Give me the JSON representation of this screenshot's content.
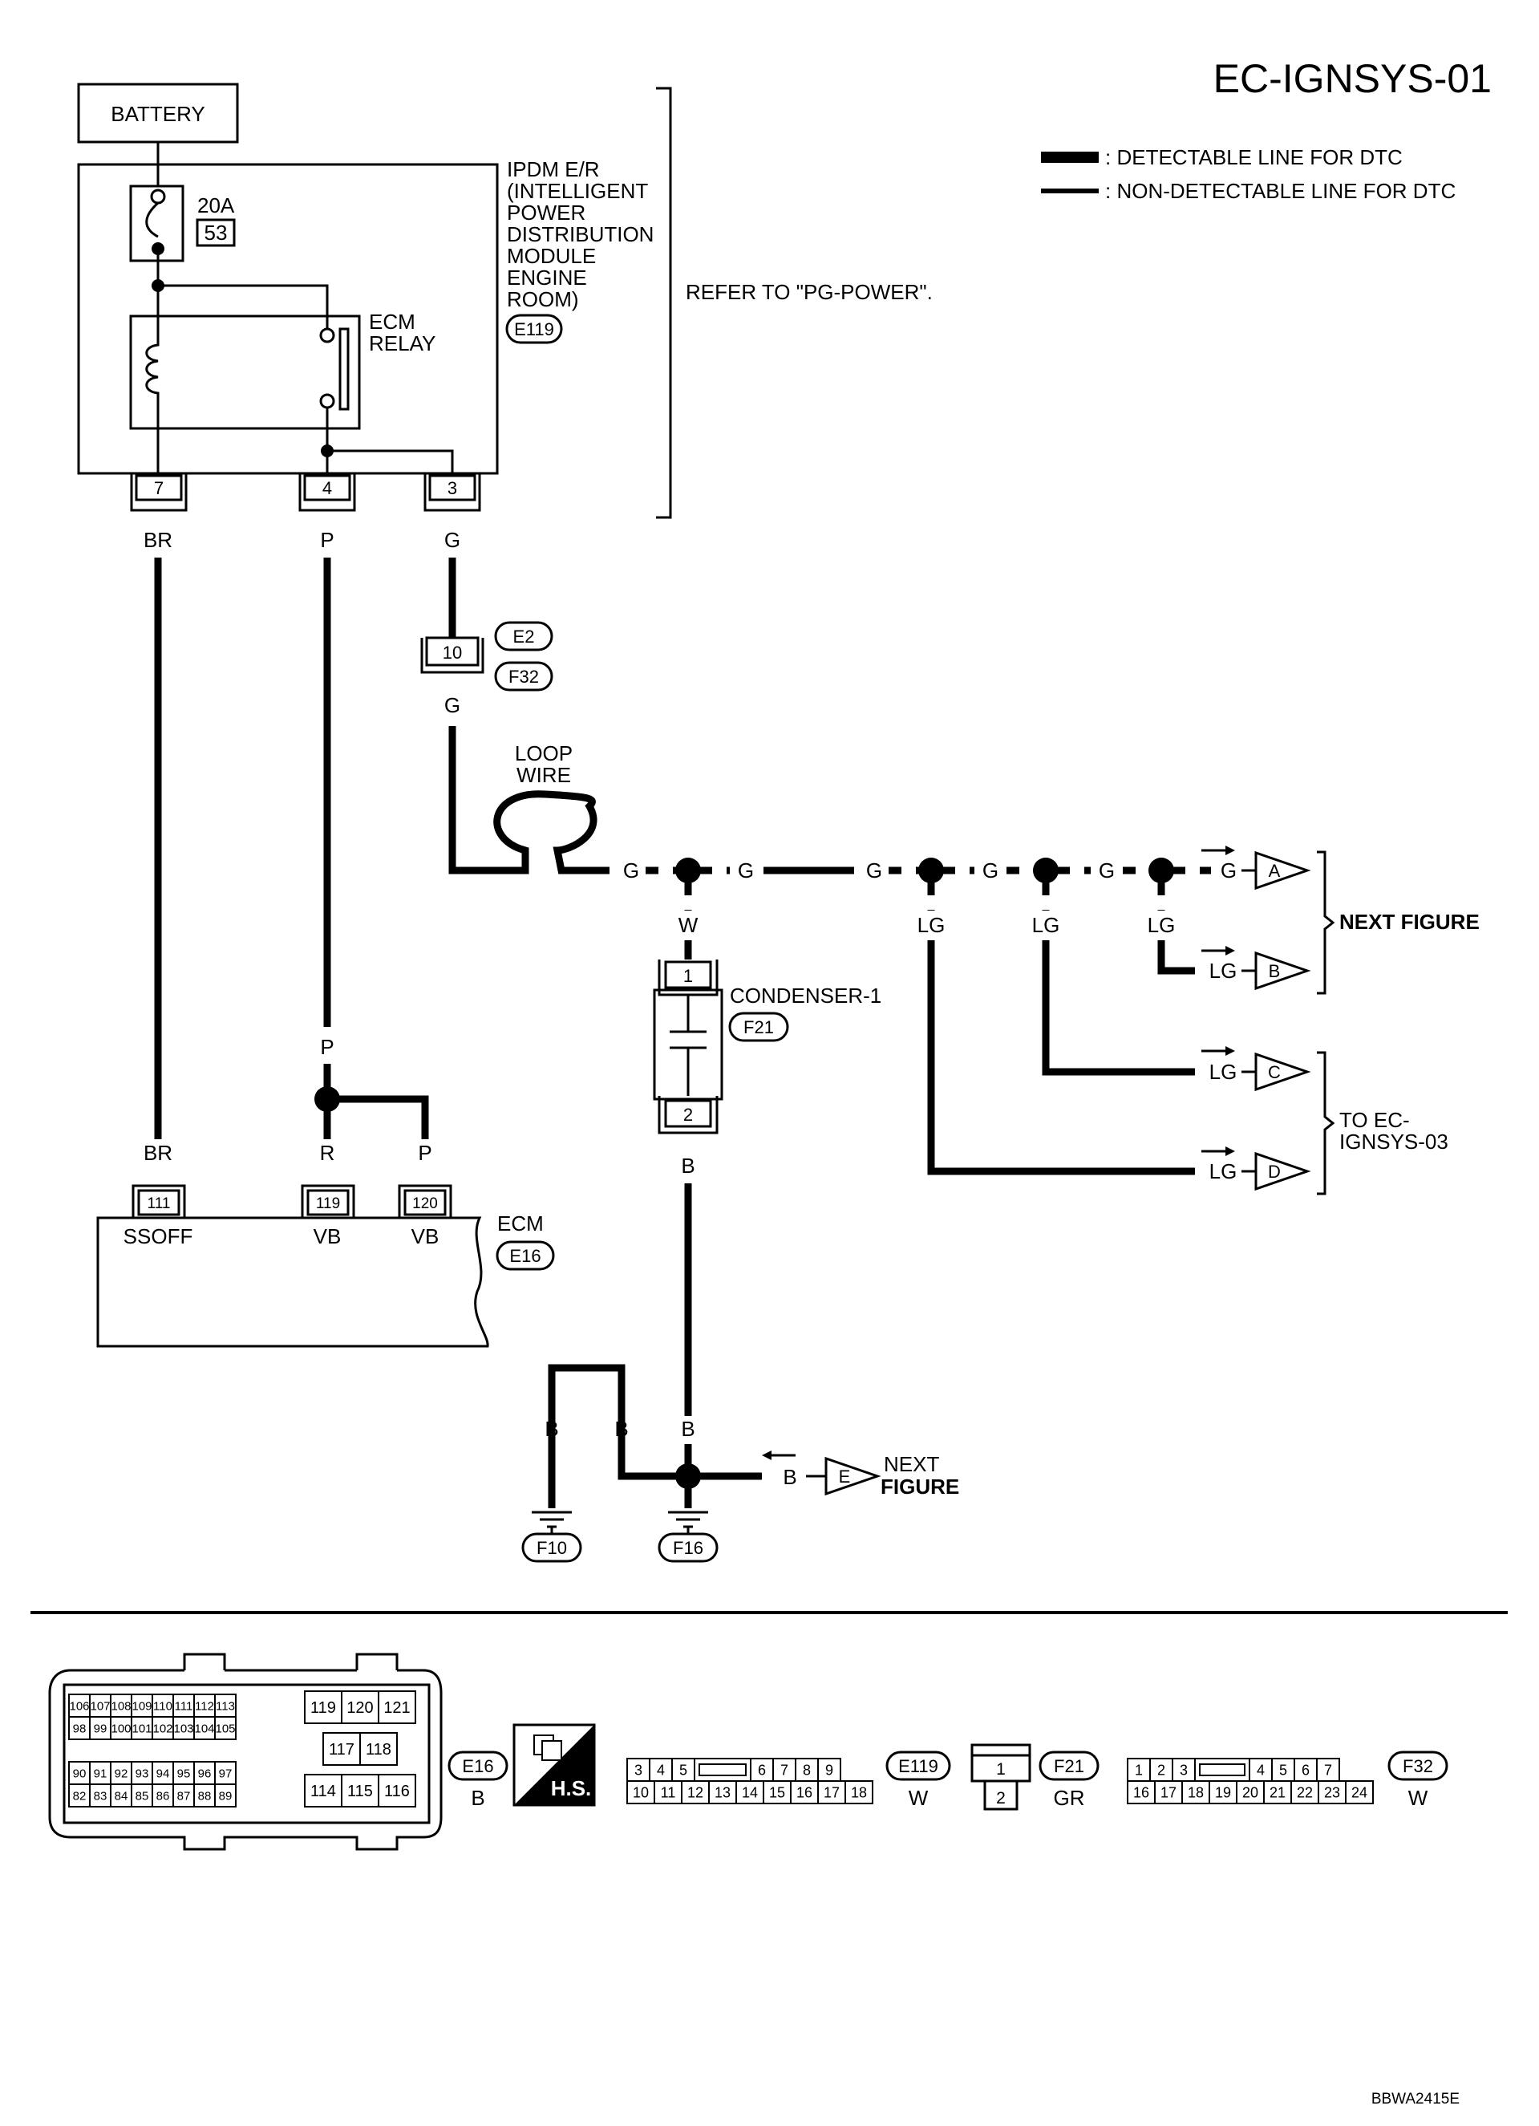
{
  "header": {
    "title": "EC-IGNSYS-01",
    "legend": [
      {
        "style": "thick",
        "label": ": DETECTABLE LINE FOR DTC"
      },
      {
        "style": "thin",
        "label": ": NON-DETECTABLE LINE FOR DTC"
      }
    ]
  },
  "battery": {
    "label": "BATTERY"
  },
  "ipdm": {
    "lines": [
      "IPDM E/R",
      "(INTELLIGENT",
      "POWER",
      "DISTRIBUTION",
      "MODULE",
      "ENGINE",
      "ROOM)"
    ],
    "connector": "E119",
    "fuse_amp": "20A",
    "fuse_no": "53",
    "relay_label": [
      "ECM",
      "RELAY"
    ],
    "refer": "REFER TO \"PG-POWER\".",
    "pins": [
      "7",
      "4",
      "3"
    ]
  },
  "wires": {
    "br": "BR",
    "p": "P",
    "g": "G",
    "r": "R",
    "w": "W",
    "lg": "LG",
    "b": "B"
  },
  "joint": {
    "pin": "10",
    "conn_top": "E2",
    "conn_bottom": "F32"
  },
  "loop_wire": [
    "LOOP",
    "WIRE"
  ],
  "condenser": {
    "label": "CONDENSER-1",
    "connector": "F21",
    "pin_top": "1",
    "pin_bottom": "2"
  },
  "ecm": {
    "label": "ECM",
    "connector": "E16",
    "pins": [
      {
        "no": "111",
        "name": "SSOFF"
      },
      {
        "no": "119",
        "name": "VB"
      },
      {
        "no": "120",
        "name": "VB"
      }
    ]
  },
  "outputs": {
    "a": "A",
    "b": "B",
    "c": "C",
    "d": "D",
    "e": "E",
    "next_figure": [
      "NEXT",
      "FIGURE"
    ],
    "next_figure_one_line": "NEXT FIGURE",
    "to_ignsys03": [
      "TO EC-",
      "IGNSYS-03"
    ]
  },
  "grounds": [
    "F10",
    "F16"
  ],
  "connector_views": {
    "e16": {
      "code": "E16",
      "color": "B",
      "upper_left": [
        [
          "106",
          "107",
          "108",
          "109",
          "110",
          "111",
          "112",
          "113"
        ],
        [
          "98",
          "99",
          "100",
          "101",
          "102",
          "103",
          "104",
          "105"
        ]
      ],
      "lower_left": [
        [
          "90",
          "91",
          "92",
          "93",
          "94",
          "95",
          "96",
          "97"
        ],
        [
          "82",
          "83",
          "84",
          "85",
          "86",
          "87",
          "88",
          "89"
        ]
      ],
      "middle": [
        "119",
        "120",
        "121",
        "117",
        "118",
        "114",
        "115",
        "116"
      ]
    },
    "hs_label": "H.S.",
    "e119": {
      "code": "E119",
      "color": "W",
      "row1": [
        "3",
        "4",
        "5",
        "",
        "6",
        "7",
        "8",
        "9"
      ],
      "row2": [
        "10",
        "11",
        "12",
        "13",
        "14",
        "15",
        "16",
        "17",
        "18"
      ]
    },
    "f21": {
      "code": "F21",
      "color": "GR",
      "top": "1",
      "bottom": "2"
    },
    "f32": {
      "code": "F32",
      "color": "W",
      "row1": [
        "1",
        "2",
        "3",
        "",
        "4",
        "5",
        "6",
        "7"
      ],
      "row2": [
        "16",
        "17",
        "18",
        "19",
        "20",
        "21",
        "22",
        "23",
        "24"
      ]
    }
  },
  "footer": {
    "code": "BBWA2415E"
  }
}
